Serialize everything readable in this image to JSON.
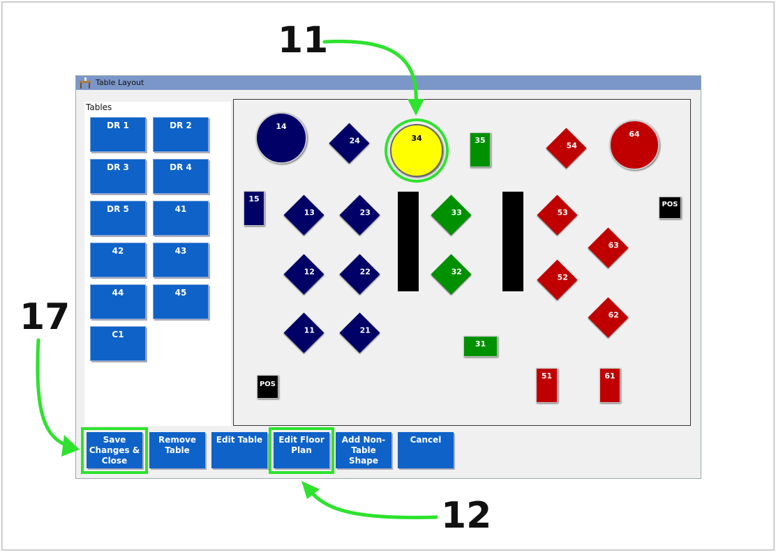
{
  "window": {
    "title": "Table Layout"
  },
  "panel": {
    "label": "Tables",
    "tables": [
      "DR 1",
      "DR 2",
      "DR 3",
      "DR 4",
      "DR 5",
      "41",
      "42",
      "43",
      "44",
      "45",
      "C1"
    ]
  },
  "floor": {
    "navy": [
      "14",
      "24",
      "15",
      "13",
      "23",
      "12",
      "22",
      "11",
      "21"
    ],
    "selected": "34",
    "green": [
      "35",
      "33",
      "32",
      "31"
    ],
    "red": [
      "54",
      "64",
      "53",
      "52",
      "63",
      "62",
      "51",
      "61"
    ],
    "pos": [
      "POS",
      "POS"
    ]
  },
  "buttons": {
    "save": "Save Changes & Close",
    "remove": "Remove Table",
    "edit_table": "Edit Table",
    "edit_floor": "Edit Floor Plan",
    "add_shape": "Add Non-Table Shape",
    "cancel": "Cancel"
  },
  "annotations": {
    "a11": "11",
    "a12": "12",
    "a17": "17"
  },
  "colors": {
    "navy": "#000066",
    "green": "#009000",
    "red": "#c00000",
    "yellow": "#ffff00",
    "highlight": "#2ee22e",
    "button": "#0e62c8"
  }
}
